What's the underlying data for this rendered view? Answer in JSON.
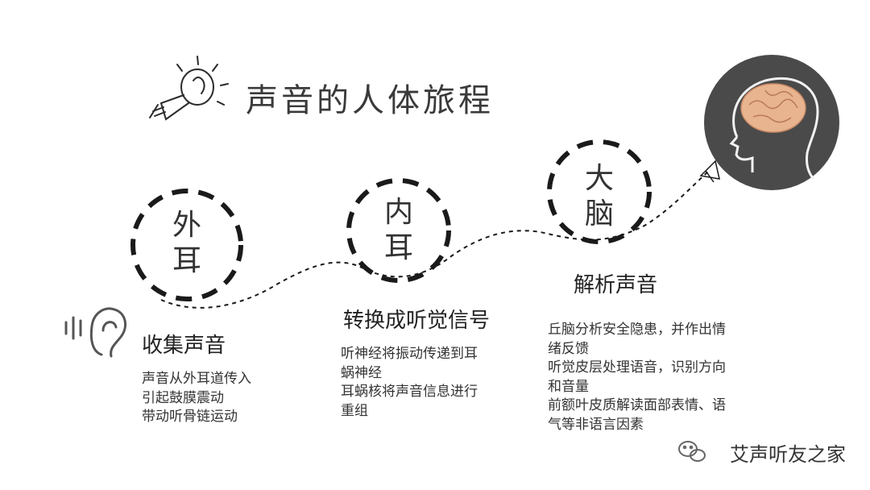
{
  "title": "声音的人体旅程",
  "stages": [
    {
      "node": [
        "外",
        "耳"
      ],
      "title": "收集声音",
      "description": [
        "声音从外耳道传入",
        "引起鼓膜震动",
        "带动听骨链运动"
      ]
    },
    {
      "node": [
        "内",
        "耳"
      ],
      "title": "转换成听觉信号",
      "description": [
        "听神经将振动传递到耳",
        "蜗神经",
        "耳蜗核将声音信息进行",
        "重组"
      ]
    },
    {
      "node": [
        "大",
        "脑"
      ],
      "title": "解析声音",
      "description": [
        "丘脑分析安全隐患，并作出情",
        "绪反馈",
        "听觉皮层处理语音，识别方向",
        "和音量",
        "前额叶皮质解读面部表情、语",
        "气等非语言因素"
      ]
    }
  ],
  "brand": "艾声听友之家",
  "icons": [
    "lightbulb-icon",
    "ear-icon",
    "brain-head-icon",
    "wechat-icon"
  ],
  "colors": {
    "text": "#333333",
    "dash": "#1a1a1a",
    "brain_circle": "#4a4a4a",
    "brain": "#e8b48f"
  }
}
